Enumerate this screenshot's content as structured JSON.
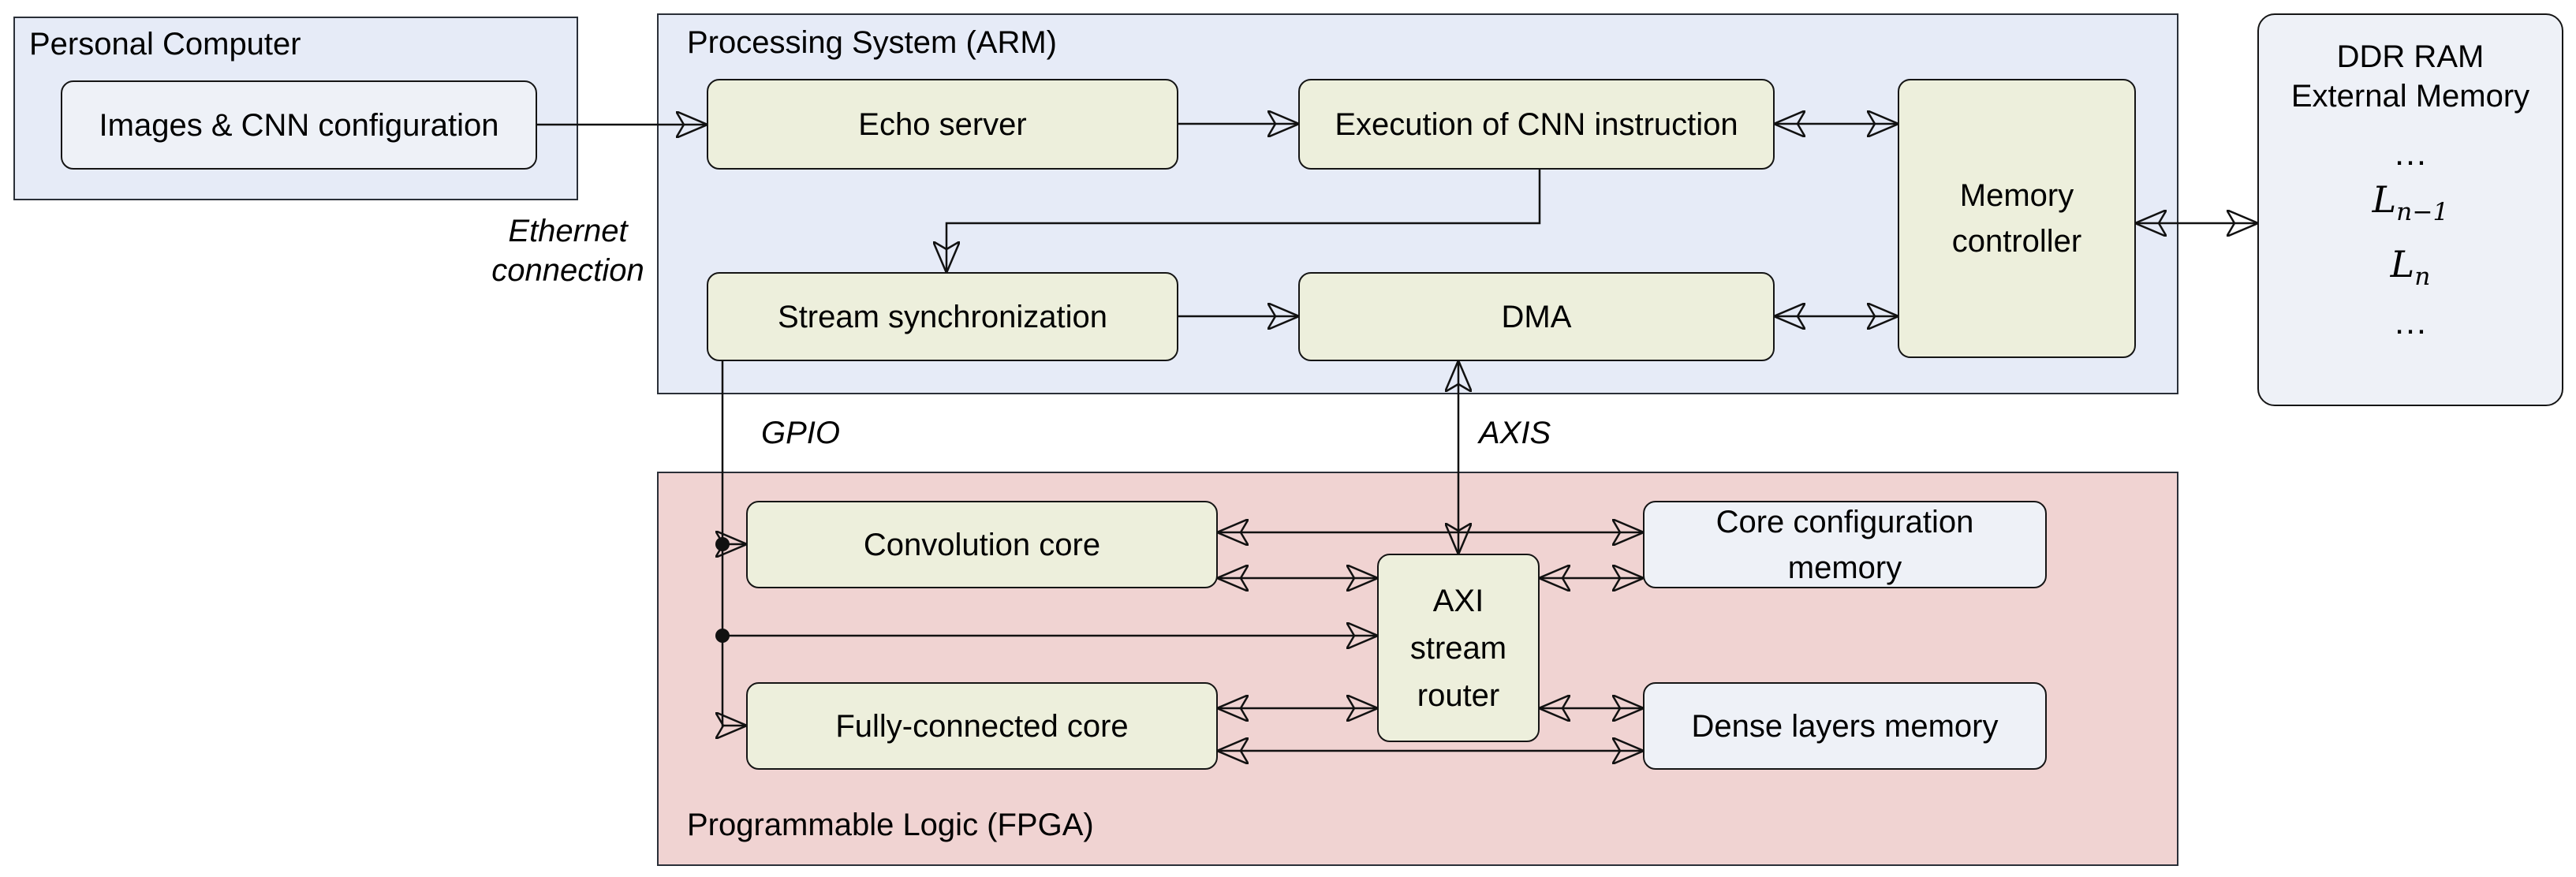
{
  "diagram": {
    "pc": {
      "title": "Personal Computer",
      "inner_label": "Images & CNN configuration"
    },
    "ps": {
      "title": "Processing System (ARM)",
      "echo_label": "Echo server",
      "exec_label": "Execution of CNN instruction",
      "memory_controller_label": "Memory controller",
      "stream_sync_label": "Stream synchronization",
      "dma_label": "DMA"
    },
    "fpga": {
      "title": "Programmable Logic (FPGA)",
      "conv_core_label": "Convolution core",
      "fc_core_label": "Fully-connected core",
      "router_label": "AXI stream router",
      "core_config_mem_label": "Core configuration memory",
      "dense_mem_label": "Dense layers memory"
    },
    "ddr": {
      "title_line1": "DDR RAM",
      "title_line2": "External Memory",
      "dots_top": "…",
      "layer_prev_base": "L",
      "layer_prev_sub": "n−1",
      "layer_last_base": "L",
      "layer_last_sub": "n",
      "dots_bottom": "…"
    },
    "wire_labels": {
      "ethernet_line1": "Ethernet",
      "ethernet_line2": "connection",
      "gpio": "GPIO",
      "axis": "AXIS"
    },
    "colors": {
      "container_blue": "#e6ebf7",
      "module_green": "#edefdc",
      "memory_gray": "#eef1f7",
      "fpga_pink": "#f0d3d2",
      "line": "#111111"
    }
  }
}
